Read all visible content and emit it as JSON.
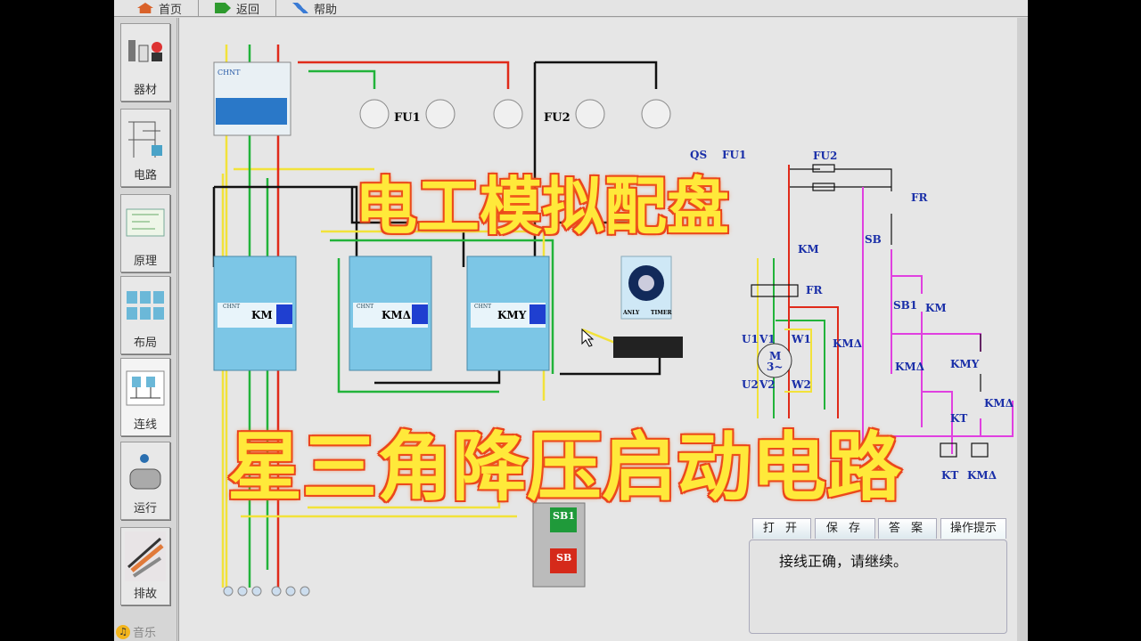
{
  "toolbar": {
    "home": "首页",
    "back": "返回",
    "help": "帮助"
  },
  "sidebar": {
    "items": [
      {
        "label": "器材",
        "icon": "components-icon"
      },
      {
        "label": "电路",
        "icon": "circuit-icon"
      },
      {
        "label": "原理",
        "icon": "schematic-icon"
      },
      {
        "label": "布局",
        "icon": "layout-icon"
      },
      {
        "label": "连线",
        "icon": "wiring-icon"
      },
      {
        "label": "运行",
        "icon": "motor-icon"
      },
      {
        "label": "排故",
        "icon": "tools-icon"
      }
    ],
    "music": "音乐"
  },
  "board": {
    "fu1": "FU1",
    "fu2": "FU2",
    "breaker_brand": "CHNT",
    "contactors": [
      {
        "brand": "CHNT",
        "label": "KM"
      },
      {
        "brand": "CHNT",
        "label": "KMΔ"
      },
      {
        "brand": "CHNT",
        "label": "KMY"
      }
    ],
    "timer": {
      "brand_left": "ANLY",
      "brand_right": "TIMER"
    },
    "buttons": [
      {
        "label": "SB1",
        "color": "#1f9a3a"
      },
      {
        "label": "SB",
        "color": "#d52a1a"
      }
    ]
  },
  "schematic": {
    "qs": "QS",
    "fu1": "FU1",
    "fu2": "FU2",
    "km": "KM",
    "fr": "FR",
    "sb": "SB",
    "sb1": "SB1",
    "u1": "U1",
    "v1": "V1",
    "w1": "W1",
    "u2": "U2",
    "v2": "V2",
    "w2": "W2",
    "motor": "M",
    "motor_sub": "3~",
    "km_delta": "KMΔ",
    "kmy": "KMY",
    "kt": "KT"
  },
  "overlay": {
    "title1": "电工模拟配盘",
    "title2": "星三角降压启动电路"
  },
  "panel": {
    "tabs": [
      "打 开",
      "保 存",
      "答 案",
      "操作提示"
    ],
    "message": "接线正确，请继续。"
  },
  "colors": {
    "wire_red": "#e02a1a",
    "wire_green": "#22b33a",
    "wire_yellow": "#f2e23a",
    "wire_magenta": "#e040e0",
    "label_blue": "#1a2fa8"
  }
}
